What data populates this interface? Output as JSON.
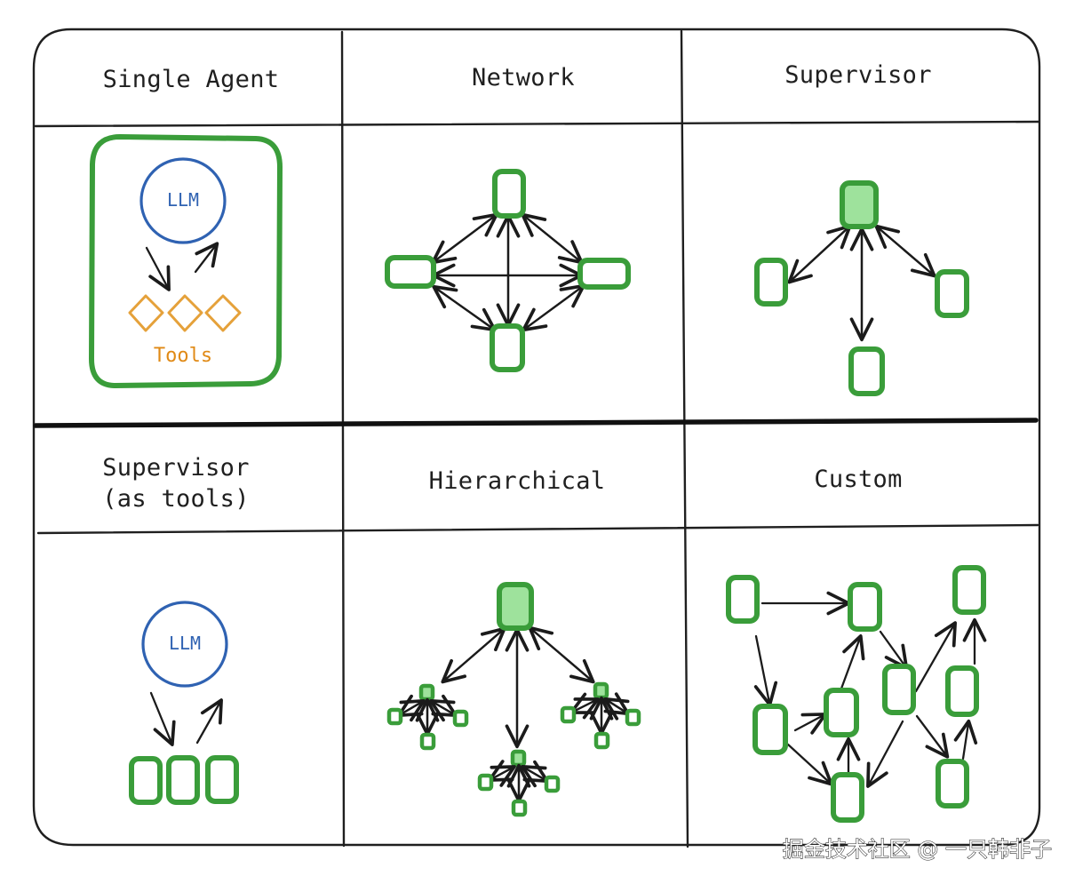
{
  "panels": {
    "single_agent": {
      "title": "Single Agent",
      "llm_label": "LLM",
      "tools_label": "Tools"
    },
    "network": {
      "title": "Network"
    },
    "supervisor": {
      "title": "Supervisor"
    },
    "supervisor_as_tools": {
      "title_line_1": "Supervisor",
      "title_line_2": "(as tools)",
      "llm_label": "LLM"
    },
    "hierarchical": {
      "title": "Hierarchical"
    },
    "custom": {
      "title": "Custom"
    }
  },
  "watermark": {
    "text": "掘金技术社区 @ 一只韩非子"
  },
  "colors": {
    "agent": "#3a9d3a",
    "agent_supervisor_fill": "#9ee29c",
    "llm": "#2f62b2",
    "tools": "#e5a13a",
    "ink": "#1b1b1b"
  }
}
